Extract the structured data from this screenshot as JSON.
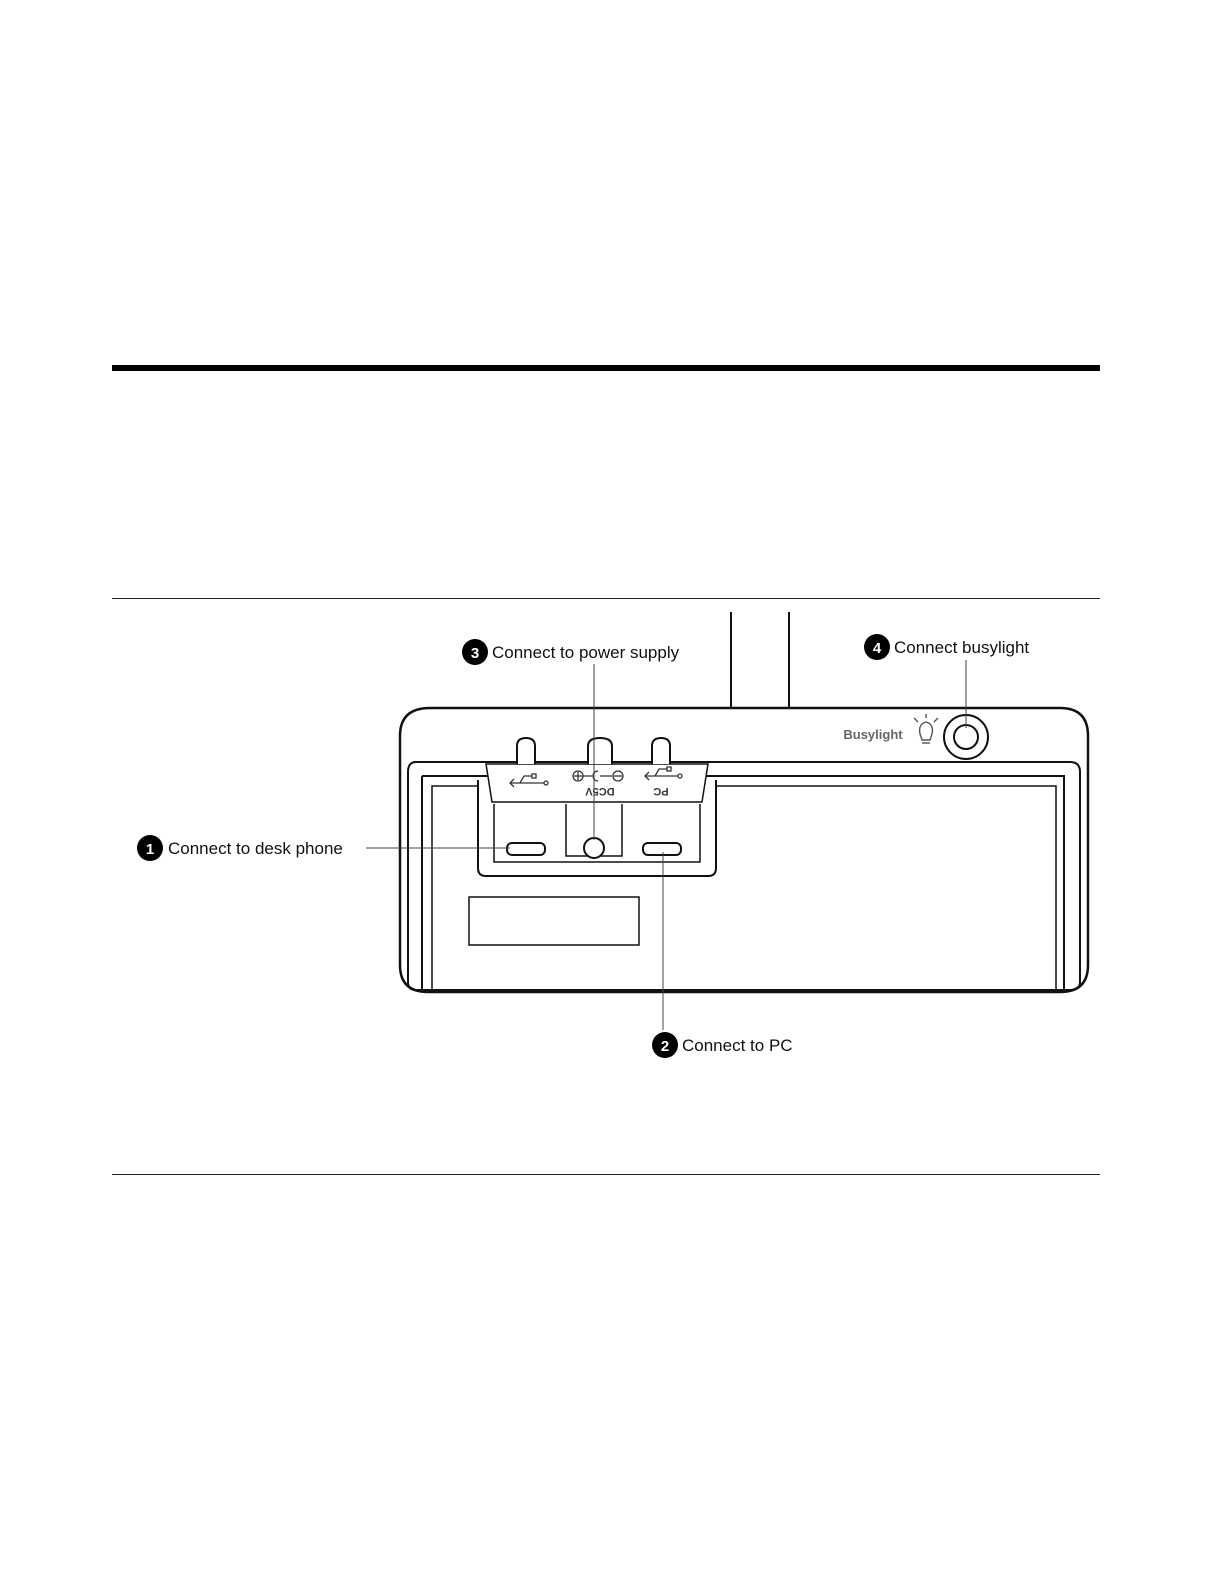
{
  "callouts": [
    {
      "number": "1",
      "label": "Connect to desk phone"
    },
    {
      "number": "2",
      "label": "Connect to PC"
    },
    {
      "number": "3",
      "label": "Connect to power supply"
    },
    {
      "number": "4",
      "label": "Connect busylight"
    }
  ],
  "device": {
    "busylight_label": "Busylight",
    "port_labels": {
      "dc": "DC5V",
      "pc": "PC"
    }
  }
}
